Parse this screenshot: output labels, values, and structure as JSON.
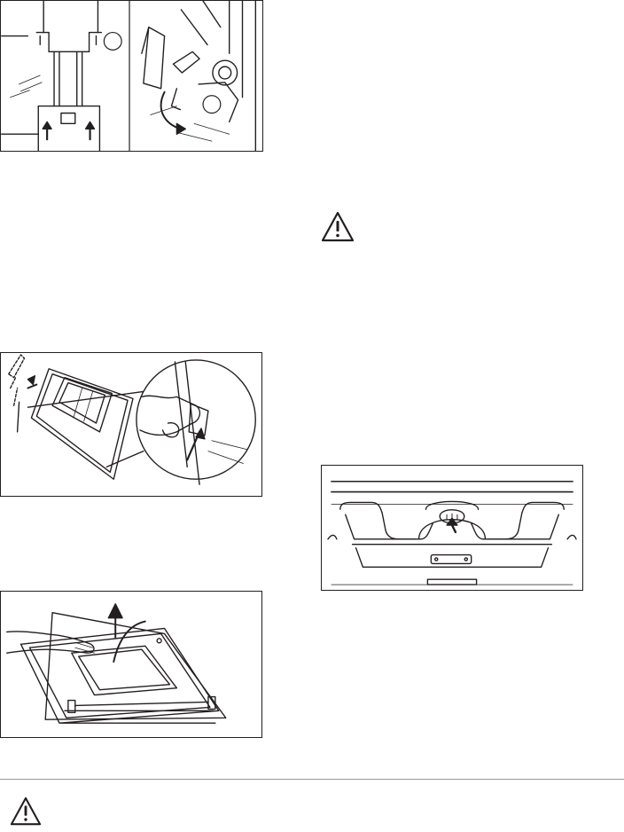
{
  "figures": [
    {
      "icon": "oven-door-hinge-illustration"
    },
    {
      "icon": "door-glass-panel-removal-illustration"
    },
    {
      "icon": "oven-door-lift-illustration"
    },
    {
      "icon": "oven-heating-element-lamp-illustration"
    }
  ],
  "warnings": [
    {
      "icon": "warning-triangle-icon"
    },
    {
      "icon": "warning-triangle-icon"
    }
  ],
  "colors": {
    "line": "#231f20",
    "rule": "#9a9a9a",
    "background": "#ffffff"
  }
}
